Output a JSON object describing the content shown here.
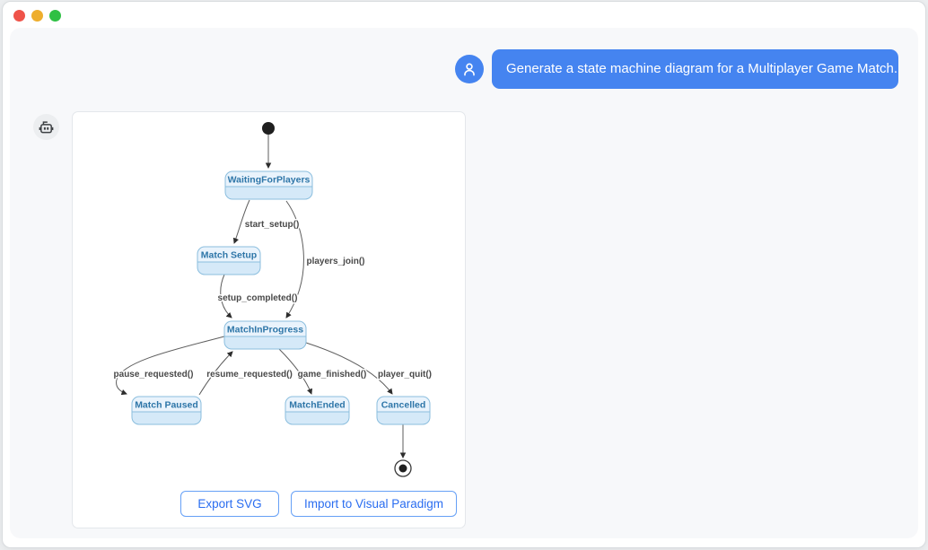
{
  "window": {
    "controls": [
      {
        "name": "close"
      },
      {
        "name": "minimize"
      },
      {
        "name": "maximize"
      }
    ]
  },
  "chat": {
    "user_message": "Generate a state machine diagram for a Multiplayer Game Match.",
    "user_avatar_icon": "person-icon",
    "bot_avatar_icon": "robot-icon"
  },
  "diagram": {
    "kind": "uml-state-machine",
    "states": [
      "WaitingForPlayers",
      "Match Setup",
      "MatchInProgress",
      "Match Paused",
      "MatchEnded",
      "Cancelled"
    ],
    "has_initial_state": true,
    "has_final_state": true,
    "transitions": [
      {
        "from": "initial",
        "to": "WaitingForPlayers",
        "label": ""
      },
      {
        "from": "WaitingForPlayers",
        "to": "Match Setup",
        "label": "start_setup()"
      },
      {
        "from": "WaitingForPlayers",
        "to": "MatchInProgress",
        "label": "players_join()"
      },
      {
        "from": "Match Setup",
        "to": "MatchInProgress",
        "label": "setup_completed()"
      },
      {
        "from": "MatchInProgress",
        "to": "Match Paused",
        "label": "pause_requested()"
      },
      {
        "from": "Match Paused",
        "to": "MatchInProgress",
        "label": "resume_requested()"
      },
      {
        "from": "MatchInProgress",
        "to": "MatchEnded",
        "label": "game_finished()"
      },
      {
        "from": "MatchInProgress",
        "to": "Cancelled",
        "label": "player_quit()"
      },
      {
        "from": "Cancelled",
        "to": "final",
        "label": ""
      }
    ]
  },
  "actions": {
    "export_svg": "Export SVG",
    "import_vp": "Import to Visual Paradigm"
  },
  "colors": {
    "bubble_blue": "#4584f0",
    "state_fill": "#d5e9f8",
    "state_title_fill": "#e9f3fc",
    "state_stroke": "#8bbede",
    "state_text": "#2e76a8",
    "button_accent": "#2a6df0",
    "traffic_red": "#ef5349",
    "traffic_yellow": "#eeae2d",
    "traffic_green": "#2fc044"
  }
}
